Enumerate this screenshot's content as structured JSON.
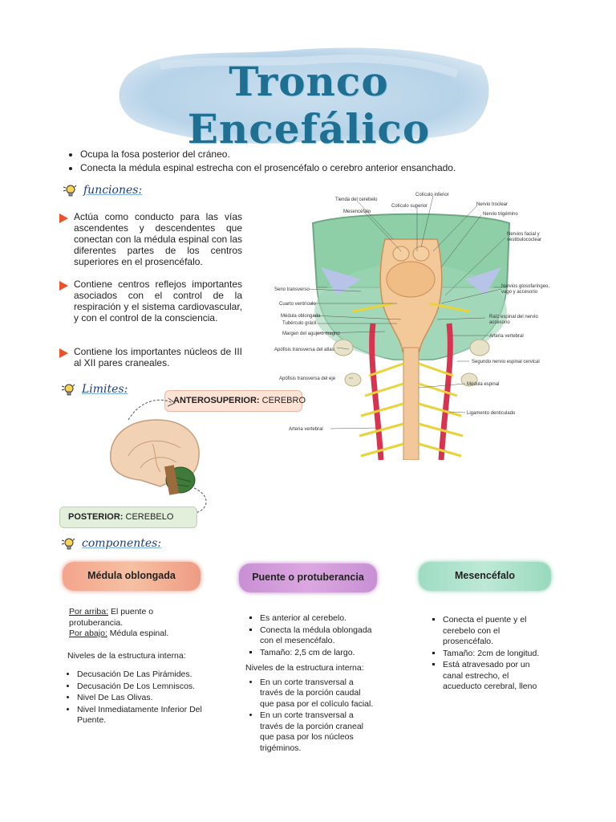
{
  "title": "Tronco Encefálico",
  "intro": [
    "Ocupa la fosa posterior del cráneo.",
    "Conecta la médula espinal estrecha con el prosencéfalo o cerebro anterior ensanchado."
  ],
  "funciones": {
    "heading": "funciones:",
    "items": [
      "Actúa como conducto para las vías ascendentes y descendentes que conectan con la médula espinal con las diferentes partes de los centros superiores en el prosencéfalo.",
      "Contiene centros reflejos importantes asociados con el control de la respiración y el sistema cardiovascular, y con el control de la consciencia.",
      "Contiene los importantes núcleos de III al XII pares craneales."
    ]
  },
  "diagram_labels": {
    "tienda": "Tienda del cerebelo",
    "coliculo_inf": "Colículo inferior",
    "nervio_troclear": "Nervio troclear",
    "coliculo_sup": "Colículo superior",
    "mesencefalo": "Mesencéfalo",
    "nervio_trigemino": "Nervio trigémino",
    "nervios_facial": "Nervios facial y",
    "vestibulococlear": "vestibulococlear",
    "seno_transverso": "Seno transverso",
    "cuarto_ventriculo": "Cuarto ventrículo",
    "nervios_gloso": "Nervios glosofaríngeo,",
    "vago": "vago y accesorio",
    "medula_oblongada": "Médula oblongada",
    "tuberculo_gracil": "Tubérculo grácil",
    "raiz_espinal": "Raíz espinal del nervio",
    "accesorio": "accesorio",
    "margen_agujero": "Margen del agujero magno",
    "arteria_vertebral": "Arteria vertebral",
    "apofisis_atlas": "Apófisis transversa del atlas",
    "segundo_nervio": "Segundo nervio espinal cervical",
    "apofisis_eje": "Apófisis transversa del eje",
    "medula_espinal": "Médula espinal",
    "ligamento": "Ligamento denticulado",
    "arteria_vertebral_2": "Arteria vertebral"
  },
  "limites": {
    "heading": "Limites:",
    "antero_key": "ANTEROSUPERIOR:",
    "antero_val": " CEREBRO",
    "post_key": "POSTERIOR:",
    "post_val": " CEREBELO"
  },
  "componentes": {
    "heading": "componentes:",
    "medula": {
      "title": "Médula oblongada",
      "arriba_key": "Por arriba:",
      "arriba_val": " El puente o protuberancia.",
      "abajo_key": "Por abajo:",
      "abajo_val": " Médula espinal.",
      "niveles": "Niveles de la estructura interna:",
      "items": [
        "Decusación De Las Pirámides.",
        "Decusación De Los Lemniscos.",
        "Nivel De Las Olivas.",
        "Nivel Inmediatamente Inferior Del Puente."
      ]
    },
    "puente": {
      "title": "Puente o protuberancia",
      "items": [
        "Es anterior al cerebelo.",
        "Conecta la médula oblongada con el mesencéfalo.",
        "Tamaño: 2,5 cm de largo."
      ],
      "niveles": "Niveles de la estructura interna:",
      "niveles_items": [
        "En un corte transversal a través de la porción caudal que pasa por el colículo facial.",
        "En un corte transversal a través de la porción craneal que pasa por los núcleos trigéminos."
      ]
    },
    "mesencefalo": {
      "title": "Mesencéfalo",
      "items": [
        "Conecta el puente y el cerebelo con el prosencéfalo.",
        "Tamaño: 2cm de longitud.",
        "Está atravesado por un canal estrecho, el acueducto cerebral, lleno"
      ]
    }
  }
}
